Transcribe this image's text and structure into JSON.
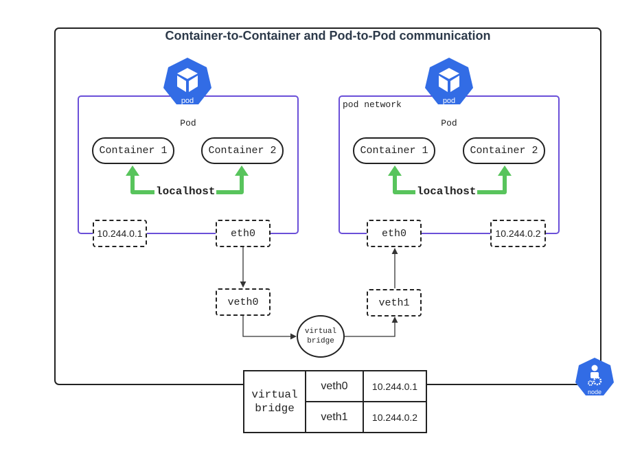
{
  "title": "Container-to-Container and Pod-to-Pod communication",
  "colors": {
    "pod_border": "#6a4fd8",
    "k8s_blue": "#326ce5",
    "arrow_green": "#58c45c",
    "line": "#222222"
  },
  "pods": [
    {
      "icon": "pod-icon",
      "icon_label": "pod",
      "caption": "Pod",
      "network_label": "",
      "containers": [
        "Container 1",
        "Container 2"
      ],
      "link_label": "localhost",
      "ip": "10.244.0.1",
      "iface": "eth0"
    },
    {
      "icon": "pod-icon",
      "icon_label": "pod",
      "caption": "Pod",
      "network_label": "pod network",
      "containers": [
        "Container 1",
        "Container 2"
      ],
      "link_label": "localhost",
      "ip": "10.244.0.2",
      "iface": "eth0"
    }
  ],
  "veths": [
    "veth0",
    "veth1"
  ],
  "bridge": {
    "line1": "virtual",
    "line2": "bridge"
  },
  "node": {
    "icon": "node-icon",
    "label": "node"
  },
  "route_table": {
    "header_line1": "virtual",
    "header_line2": "bridge",
    "rows": [
      {
        "iface": "veth0",
        "ip": "10.244.0.1"
      },
      {
        "iface": "veth1",
        "ip": "10.244.0.2"
      }
    ]
  }
}
